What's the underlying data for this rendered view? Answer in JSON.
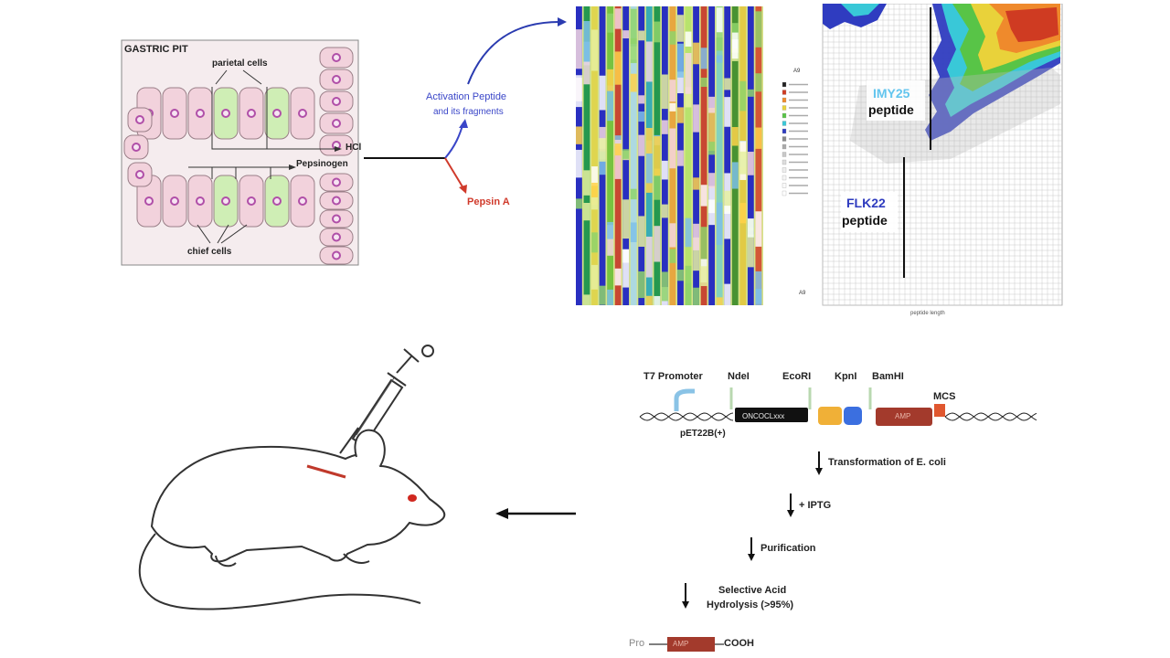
{
  "gastric_pit": {
    "title": "GASTRIC PIT",
    "parietal_label": "parietal cells",
    "hcl_label": "HCl",
    "pepsinogen_label": "Pepsinogen",
    "chief_label": "chief cells"
  },
  "products": {
    "activation_line1": "Activation Peptide",
    "activation_line2": "and its fragments",
    "pepsin_label": "Pepsin A"
  },
  "heatmap": {
    "imy_name": "IMY25",
    "imy_sub": "peptide",
    "flk_name": "FLK22",
    "flk_sub": "peptide",
    "top_label": "A9",
    "bottom_label": "A9",
    "x_label": "peptide length"
  },
  "plasmid": {
    "promoter": "T7 Promoter",
    "site1": "NdeI",
    "site2": "EcoRI",
    "site3": "KpnI",
    "site4": "BamHI",
    "mcs": "MCS",
    "vector": "pET22B(+)",
    "insert_label": "ONCOCLxxx",
    "amp_label": "AMP"
  },
  "workflow": {
    "step1": "Transformation of E. coli",
    "step2": "+ IPTG",
    "step3": "Purification",
    "step4_line1": "Selective Acid",
    "step4_line2": "Hydrolysis (>95%)",
    "final_pro": "Pro",
    "final_amp": "AMP",
    "final_cooh": "COOH"
  },
  "colors": {
    "cell_pink": "#f2d2dc",
    "nucleus": "#b04fa8",
    "parietal_green": "#cfeeb5",
    "activation_blue": "#3a46c8",
    "pepsin_red": "#d03a2b",
    "imy_cyan": "#63c5ee",
    "flk_blue": "#2f3cbf",
    "amp_brown": "#a33a2c"
  }
}
